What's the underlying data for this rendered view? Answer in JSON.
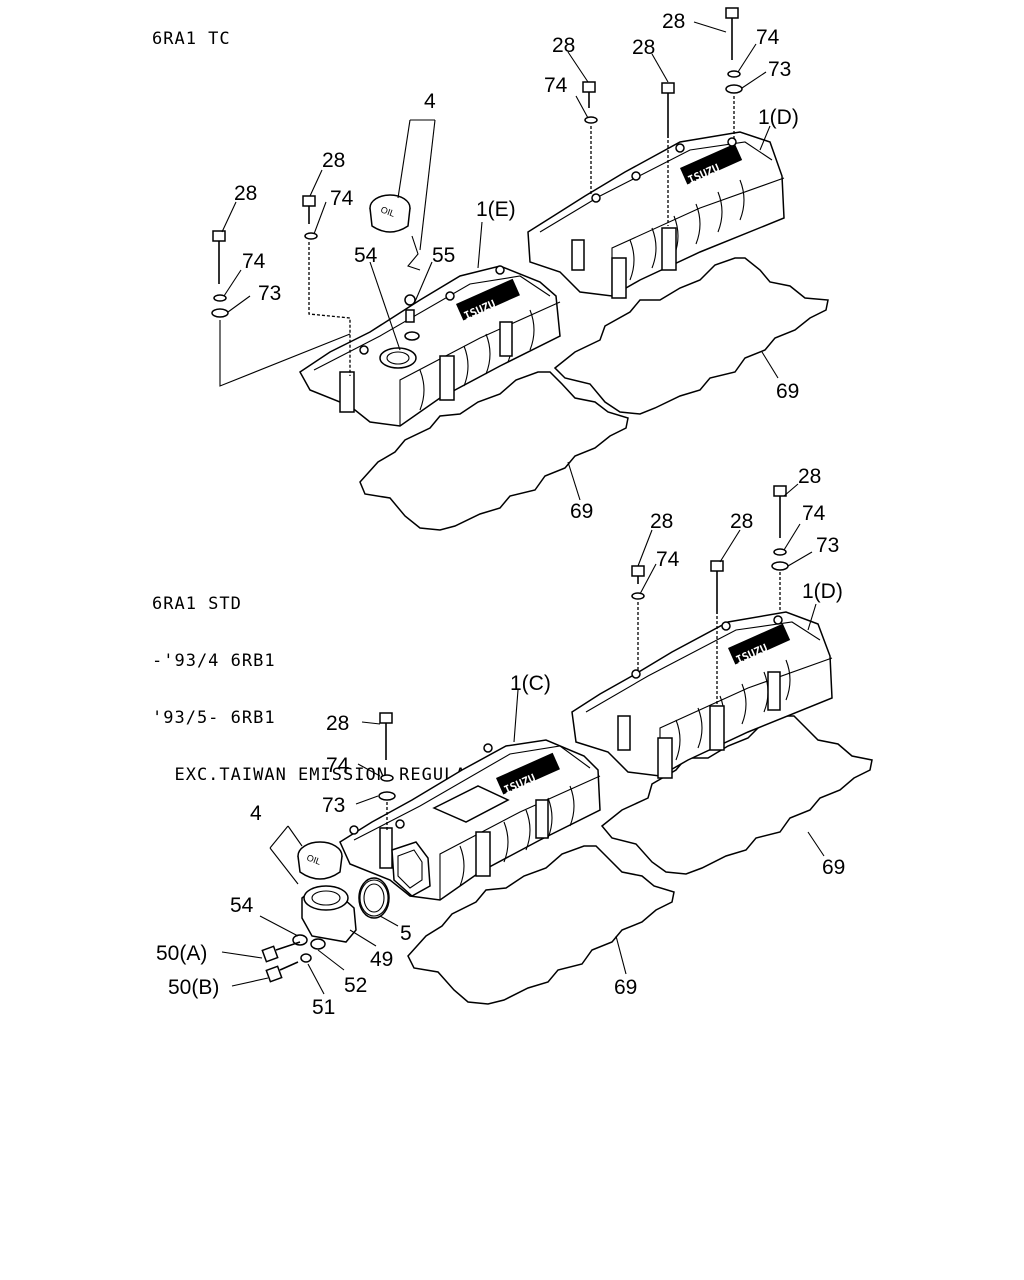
{
  "sections": [
    {
      "id": "tc",
      "lines": [
        "6RA1 TC"
      ]
    },
    {
      "id": "std",
      "lines": [
        "6RA1 STD",
        "-'93/4 6RB1",
        "'93/5- 6RB1",
        "  EXC.TAIWAN EMISSION REGULATION"
      ]
    }
  ],
  "nameplate_text": "ISUZU",
  "oil_cap_text": "OIL",
  "callouts": {
    "top": {
      "c28a": "28",
      "c28b": "28",
      "c28c": "28",
      "c28d": "28",
      "c74a": "74",
      "c74b": "74",
      "c74c": "74",
      "c74d": "74",
      "c73a": "73",
      "c73b": "73",
      "c4": "4",
      "c54": "54",
      "c55": "55",
      "c1e": "1(E)",
      "c1d": "1(D)",
      "c69a": "69",
      "c69b": "69"
    },
    "bottom": {
      "c28a": "28",
      "c28b": "28",
      "c28c": "28",
      "c28d": "28",
      "c74a": "74",
      "c74b": "74",
      "c74c": "74",
      "c73a": "73",
      "c73b": "73",
      "c1c": "1(C)",
      "c1d": "1(D)",
      "c4": "4",
      "c54": "54",
      "c5": "5",
      "c49": "49",
      "c50a": "50(A)",
      "c50b": "50(B)",
      "c52": "52",
      "c51": "51",
      "c69a": "69",
      "c69b": "69"
    }
  }
}
